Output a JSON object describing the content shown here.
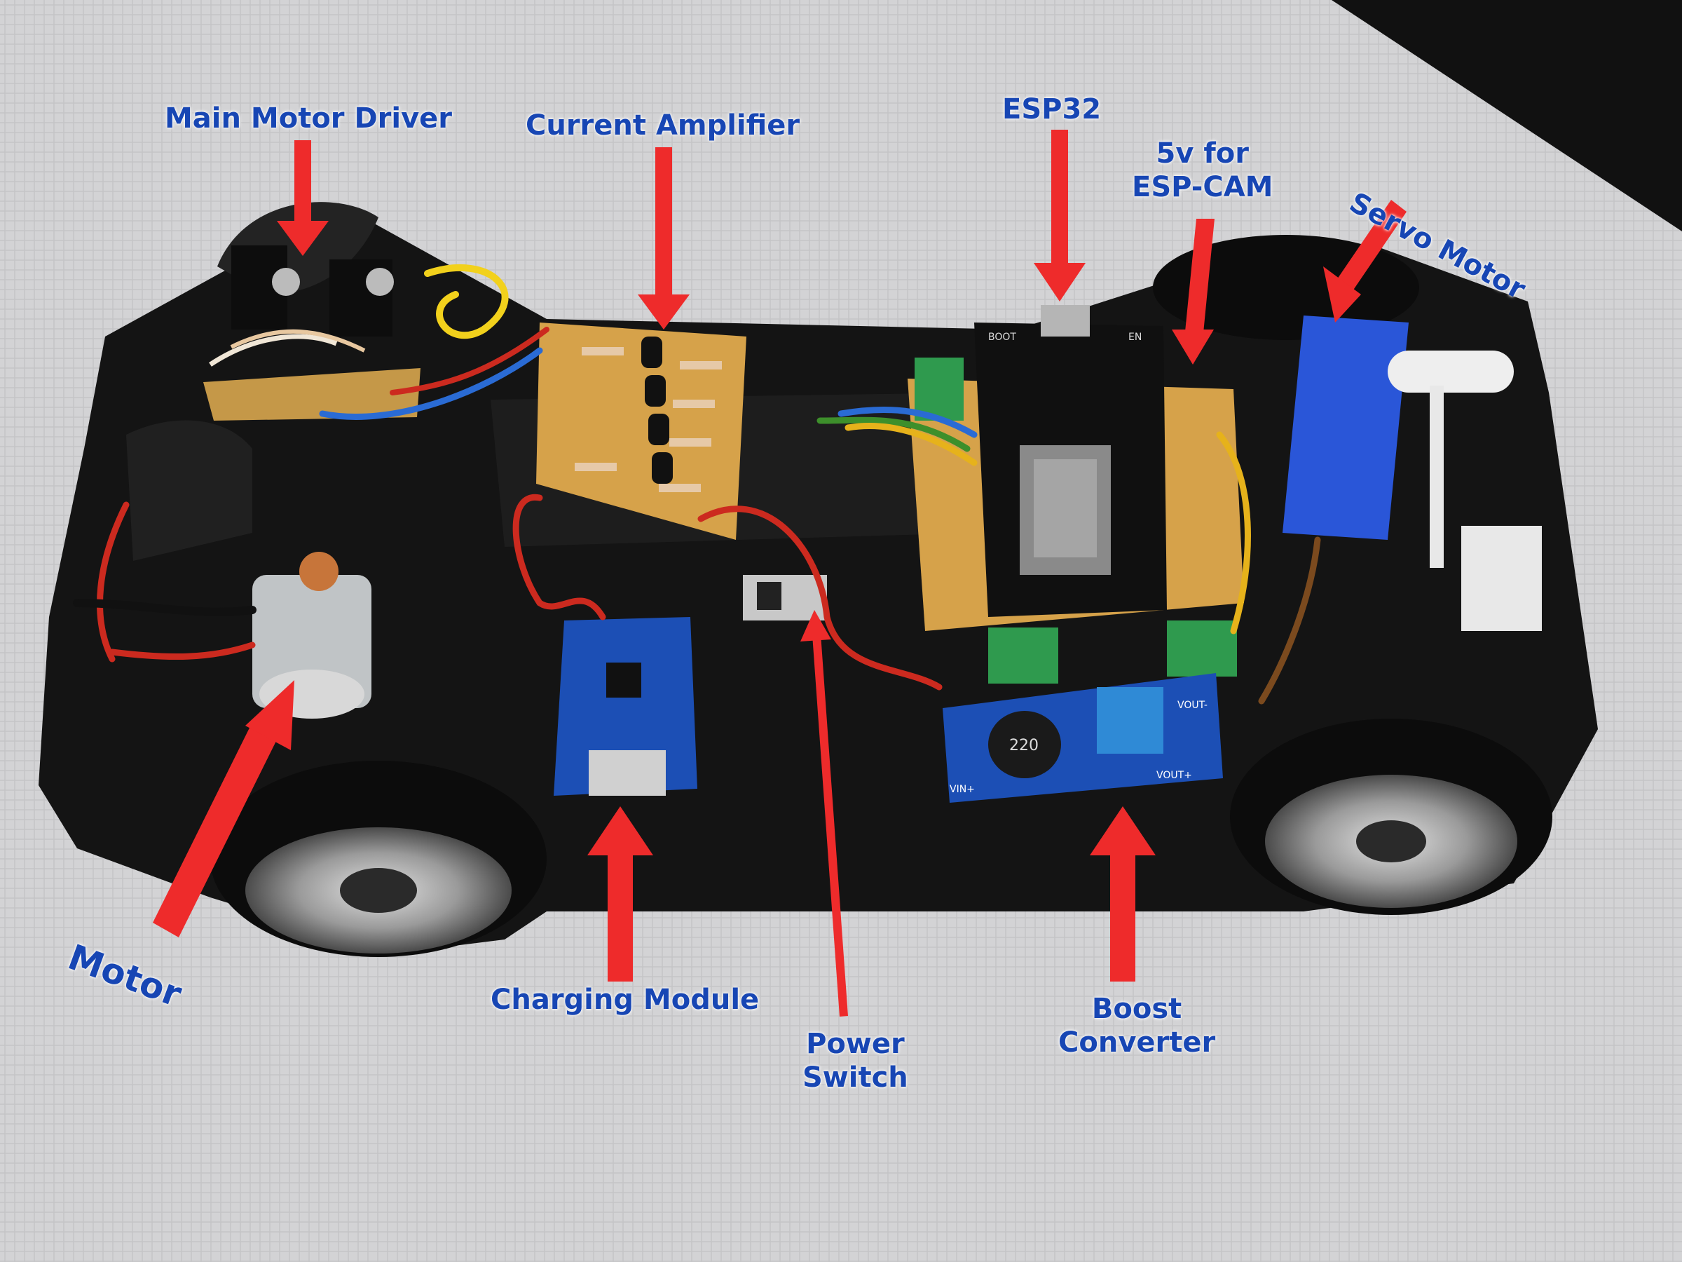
{
  "labels": {
    "main_motor_driver": "Main Motor Driver",
    "current_amplifier": "Current Amplifier",
    "esp32": "ESP32",
    "esp_cam_line1": "5v for",
    "esp_cam_line2": "ESP-CAM",
    "servo_motor": "Servo Motor",
    "motor": "Motor",
    "charging_module": "Charging Module",
    "power_switch_line1": "Power",
    "power_switch_line2": "Switch",
    "boost_converter_line1": "Boost",
    "boost_converter_line2": "Converter"
  },
  "board_print": {
    "inductor": "220",
    "vin": "VIN+",
    "vout": "VOUT+",
    "vout_neg": "VOUT-",
    "boot": "BOOT",
    "en": "EN"
  },
  "colors": {
    "label": "#1746b4",
    "arrow": "#ee2b2b",
    "surface": "#d4d4d6",
    "chassis": "#141414",
    "pcb_blue": "#1c4fb5",
    "perfboard": "#d6a24a"
  }
}
